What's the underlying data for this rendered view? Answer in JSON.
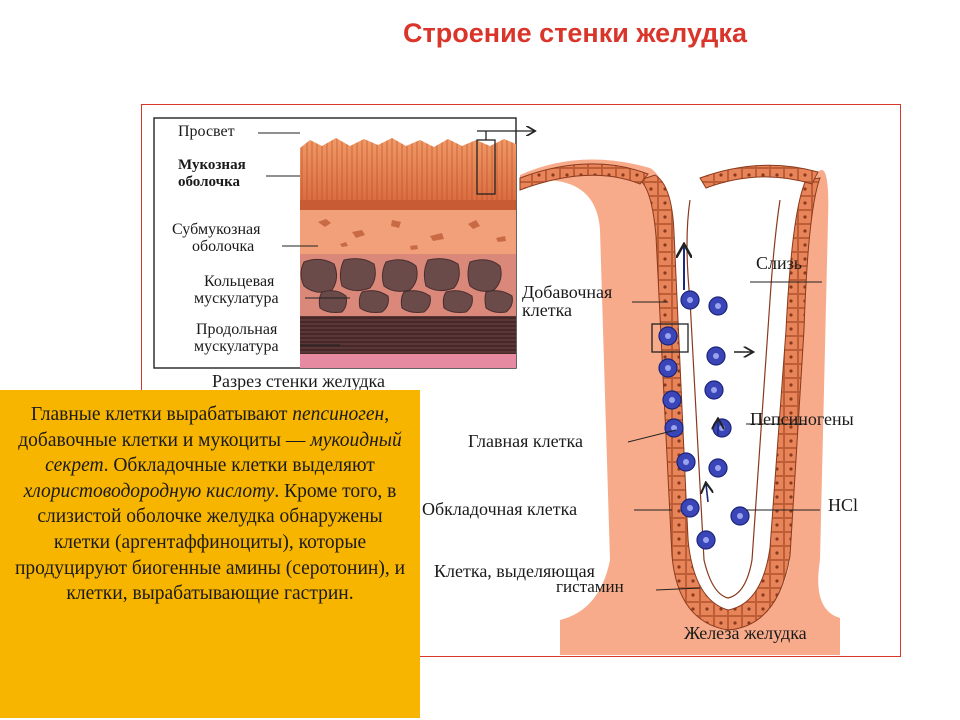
{
  "title": "Строение стенки желудка",
  "wall": {
    "labels": {
      "lumen": "Просвет",
      "mucosa_1": "Мукозная",
      "mucosa_2": "оболочка",
      "submucosa_1": "Субмукозная",
      "submucosa_2": "оболочка",
      "circular_1": "Кольцевая",
      "circular_2": "мускулатура",
      "longitudinal_1": "Продольная",
      "longitudinal_2": "мускулатура"
    },
    "caption": "Разрез стенки желудка"
  },
  "gland": {
    "labels": {
      "mucus": "Слизь",
      "accessory_1": "Добавочная",
      "accessory_2": "клетка",
      "pepsinogens": "Пепсиногены",
      "chief": "Главная клетка",
      "parietal": "Обкладочная клетка",
      "hcl": "HCl",
      "histamine_1": "Клетка, выделяющая",
      "histamine_2": "гистамин"
    },
    "caption": "Железа желудка"
  },
  "info": {
    "t1": "Главные клетки вырабатывают ",
    "t2": "пепсиноген",
    "t3": ", добавочные клетки и мукоциты — ",
    "t4": "мукоидный секрет",
    "t5": ". Обкладочные клетки выделяют ",
    "t6": "хлористоводородную кислоту",
    "t7": ". Кроме того, в слизистой оболочке желудка обнаружены клетки (аргентаффиноциты), которые продуцируют биогенные амины (серотонин), и клетки, вырабатывающие гастрин."
  },
  "colors": {
    "title": "#d9352a",
    "frame": "#d9352a",
    "info_bg": "#f7b500",
    "mucosa": "#e07a4a",
    "muscle_cells": "#6b4a4a",
    "gland_tissue": "#e8845a",
    "chief_cells": "#3a45b8"
  }
}
